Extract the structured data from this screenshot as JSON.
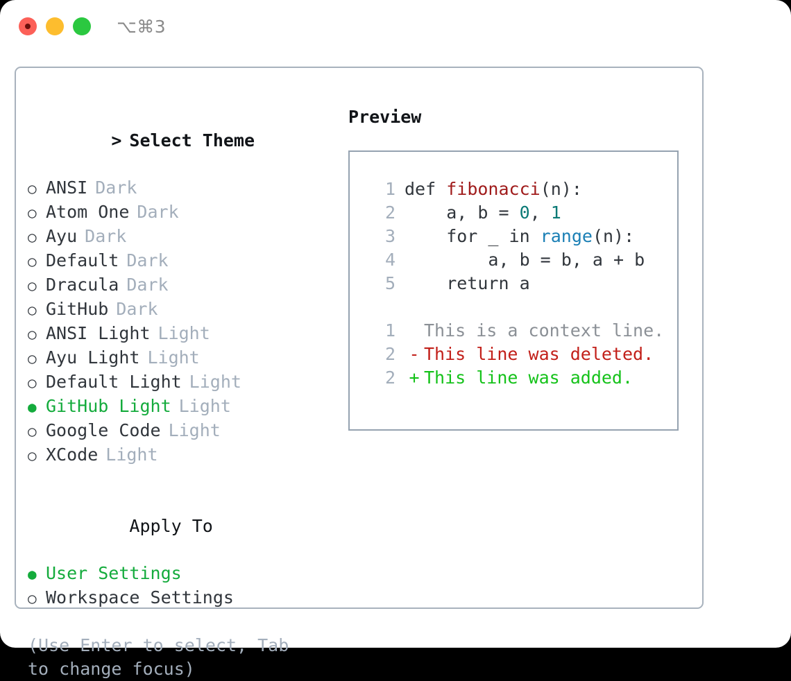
{
  "window": {
    "title": "⌥⌘3",
    "traffic_lights": [
      "close-red",
      "minimize-yellow",
      "zoom-green"
    ]
  },
  "colors": {
    "accent_green": "#14ab3c",
    "muted": "#a3aebb",
    "text": "#31363c",
    "border": "#a8b2bd",
    "diff_add": "#15c21a",
    "diff_del": "#c2201a",
    "fn": "#a01c1c",
    "num": "#0b7a76",
    "call": "#1a7fb5"
  },
  "theme_picker": {
    "heading": "Select Theme",
    "caret": ">",
    "marker_unselected": "○",
    "marker_selected": "●",
    "options": [
      {
        "label": "ANSI",
        "tag": "Dark",
        "selected": false
      },
      {
        "label": "Atom One",
        "tag": "Dark",
        "selected": false
      },
      {
        "label": "Ayu",
        "tag": "Dark",
        "selected": false
      },
      {
        "label": "Default",
        "tag": "Dark",
        "selected": false
      },
      {
        "label": "Dracula",
        "tag": "Dark",
        "selected": false
      },
      {
        "label": "GitHub",
        "tag": "Dark",
        "selected": false
      },
      {
        "label": "ANSI Light",
        "tag": "Light",
        "selected": false
      },
      {
        "label": "Ayu Light",
        "tag": "Light",
        "selected": false
      },
      {
        "label": "Default Light",
        "tag": "Light",
        "selected": false
      },
      {
        "label": "GitHub Light",
        "tag": "Light",
        "selected": true
      },
      {
        "label": "Google Code",
        "tag": "Light",
        "selected": false
      },
      {
        "label": "XCode",
        "tag": "Light",
        "selected": false
      }
    ]
  },
  "apply_to": {
    "heading": "Apply To",
    "options": [
      {
        "label": "User Settings",
        "selected": true
      },
      {
        "label": "Workspace Settings",
        "selected": false
      }
    ]
  },
  "hint": "(Use Enter to select, Tab to change focus)",
  "preview": {
    "title": "Preview",
    "code_lines": [
      {
        "number": "1",
        "tokens": [
          {
            "text": "def ",
            "kind": "plain"
          },
          {
            "text": "fibonacci",
            "kind": "fn"
          },
          {
            "text": "(n):",
            "kind": "plain"
          }
        ]
      },
      {
        "number": "2",
        "tokens": [
          {
            "text": "    a, b = ",
            "kind": "plain"
          },
          {
            "text": "0",
            "kind": "num"
          },
          {
            "text": ", ",
            "kind": "plain"
          },
          {
            "text": "1",
            "kind": "num"
          }
        ]
      },
      {
        "number": "3",
        "tokens": [
          {
            "text": "    for _ in ",
            "kind": "plain"
          },
          {
            "text": "range",
            "kind": "call"
          },
          {
            "text": "(n):",
            "kind": "plain"
          }
        ]
      },
      {
        "number": "4",
        "tokens": [
          {
            "text": "        a, b = b, a + b",
            "kind": "plain"
          }
        ]
      },
      {
        "number": "5",
        "tokens": [
          {
            "text": "    return a",
            "kind": "plain"
          }
        ]
      }
    ],
    "diff_lines": [
      {
        "number": "1",
        "mark": " ",
        "text": "This is a context line.",
        "kind": "context"
      },
      {
        "number": "2",
        "mark": "-",
        "text": "This line was deleted.",
        "kind": "del"
      },
      {
        "number": "2",
        "mark": "+",
        "text": "This line was added.",
        "kind": "add"
      }
    ]
  }
}
